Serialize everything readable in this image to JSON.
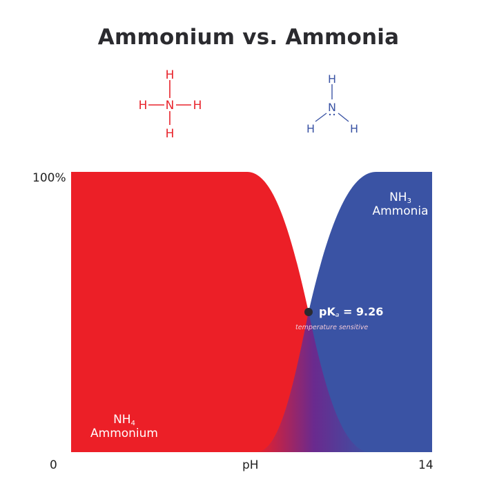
{
  "title": "Ammonium vs. Ammonia",
  "molecules": {
    "ammonium": {
      "formula": "NH4",
      "center": "N",
      "atoms": [
        "H",
        "H",
        "H",
        "H"
      ],
      "color": "#E8232B"
    },
    "ammonia": {
      "formula": "NH3",
      "center": "N",
      "atoms": [
        "H",
        "H",
        "H"
      ],
      "lone_pair": true,
      "color": "#3A53A4"
    }
  },
  "labels": {
    "y_top": "100%",
    "x_min": "0",
    "x_mid": "pH",
    "x_max": "14",
    "ammonium_formula": "NH",
    "ammonium_sub": "4",
    "ammonium_name": "Ammonium",
    "ammonia_formula": "NH",
    "ammonia_sub": "3",
    "ammonia_name": "Ammonia",
    "pka_prefix": "pK",
    "pka_sub": "a",
    "pka_value": " = 9.26",
    "pka_note": "temperature sensitive"
  },
  "colors": {
    "ammonium": "#EC1F27",
    "ammonia": "#3A53A4",
    "overlap_mid": "#6A2A8E",
    "marker": "#2a2a30",
    "title": "#2b2b2f"
  },
  "chart_data": {
    "type": "area",
    "title": "Ammonium vs. Ammonia",
    "xlabel": "pH",
    "ylabel": "",
    "xlim": [
      0,
      14
    ],
    "ylim": [
      0,
      100
    ],
    "x_ticks": [
      "0",
      "14"
    ],
    "y_ticks": [
      "100%"
    ],
    "grid": false,
    "legend": "inline labels",
    "x": [
      0,
      6.8,
      7.5,
      8.0,
      8.5,
      9.0,
      9.26,
      9.5,
      10.0,
      10.5,
      11.0,
      11.7,
      14
    ],
    "series": [
      {
        "name": "NH4 Ammonium",
        "values": [
          100,
          100,
          99,
          95,
          86,
          65,
          50,
          36,
          15,
          5,
          1,
          0,
          0
        ]
      },
      {
        "name": "NH3 Ammonia",
        "values": [
          0,
          0,
          1,
          5,
          14,
          35,
          50,
          64,
          85,
          95,
          99,
          100,
          100
        ]
      }
    ],
    "annotations": [
      {
        "x": 9.26,
        "y": 50,
        "text": "pKa = 9.26",
        "subtext": "temperature sensitive"
      }
    ]
  }
}
